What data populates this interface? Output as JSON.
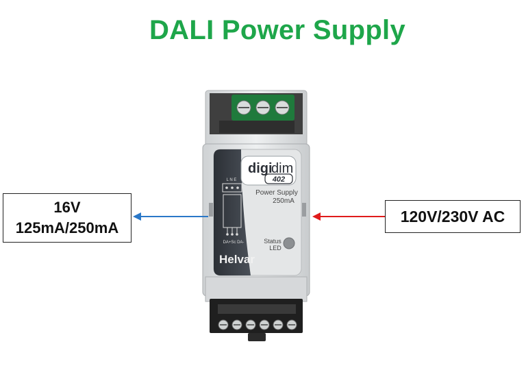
{
  "title": "DALI Power Supply",
  "output": {
    "line1": "16V",
    "line2": "125mA/250mA"
  },
  "input": {
    "label": "120V/230V AC"
  },
  "device": {
    "brand_digi": "digi",
    "brand_dim": "dim",
    "model": "402",
    "power_supply": "Power Supply",
    "rating": "250mA",
    "terminal_top": "L N E",
    "terminal_bottom": "DA+Sc DA-",
    "status": "Status",
    "led": "LED",
    "maker": "Helvar"
  },
  "colors": {
    "title": "#1ea64a",
    "output_arrow": "#2a78c8",
    "input_arrow": "#e01b1b",
    "terminal_green": "#1f7a3c"
  }
}
